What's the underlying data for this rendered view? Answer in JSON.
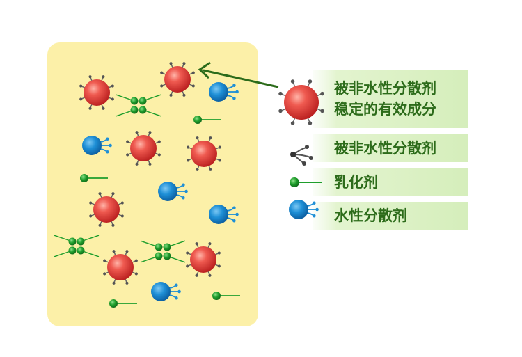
{
  "legend": {
    "stabilized_line1": "被非水性分散剂",
    "stabilized_line2": "稳定的有效成分",
    "non_aqueous_dispersant": "被非水性分散剂",
    "emulsifier": "乳化剂",
    "aqueous_dispersant": "水性分散剂"
  },
  "colors": {
    "panel": "#fcf0a8",
    "legend_bg": "#dcf0c4",
    "legend_text": "#2c6b1a",
    "particle_red": "#e23a3a",
    "blue_dispersant": "#1e8fd6",
    "emulsifier_green": "#1f9e2c",
    "arrow": "#2c6b1a"
  },
  "icons": {
    "red_particle": "stabilized-particle-icon",
    "dispersant": "non-aqueous-dispersant-icon",
    "emulsifier": "emulsifier-icon",
    "blue": "aqueous-dispersant-icon"
  }
}
